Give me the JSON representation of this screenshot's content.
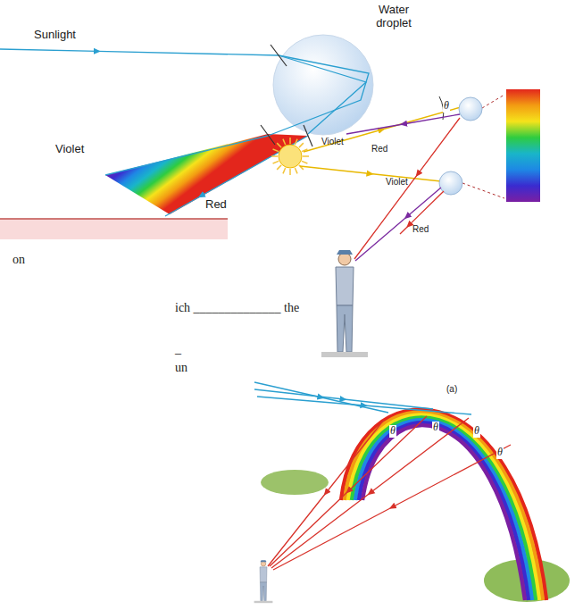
{
  "diagram": {
    "labels": [
      "Water droplet",
      "Sunlight",
      "Violet",
      "Red",
      "θ",
      "Violet",
      "Red",
      "Violet",
      "Red",
      "(a)",
      "θ",
      "θ",
      "θ",
      "θ",
      "on",
      "ich ______________ the",
      "–",
      "un"
    ]
  }
}
